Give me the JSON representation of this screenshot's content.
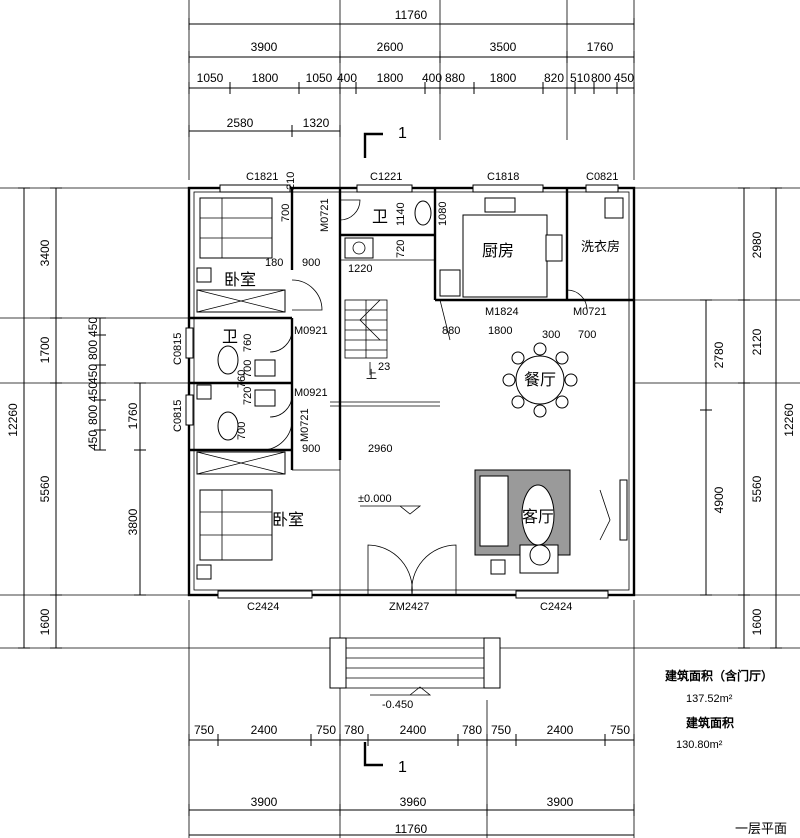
{
  "dimensions": {
    "top_total": "11760",
    "top_row1": [
      "3900",
      "2600",
      "3500",
      "1760"
    ],
    "top_row2": [
      "1050",
      "1800",
      "1050",
      "400",
      "1800",
      "400",
      "880",
      "1800",
      "820",
      "510",
      "800",
      "450"
    ],
    "top_row3": [
      "2580",
      "1320"
    ],
    "bottom_row1": [
      "750",
      "2400",
      "750",
      "780",
      "2400",
      "780",
      "750",
      "2400",
      "750"
    ],
    "bottom_row2": [
      "3900",
      "3960",
      "3900"
    ],
    "bottom_total": "11760",
    "left_outer": [
      "3400",
      "1700",
      "5560",
      "1600"
    ],
    "left_total": "12260",
    "left_inner": [
      "450",
      "800",
      "450",
      "450",
      "800",
      "450"
    ],
    "left_inner2": [
      "1760",
      "3800"
    ],
    "right_outer": [
      "2980",
      "2120",
      "5560",
      "1600"
    ],
    "right_total": "12260",
    "right_inner": [
      "2780",
      "4900"
    ]
  },
  "rooms": {
    "bedroom_top": "卧室",
    "bedroom_bottom": "卧室",
    "bath_top": "卫",
    "bath_mid": "卫",
    "kitchen": "厨房",
    "laundry": "洗衣房",
    "dining": "餐厅",
    "living": "客厅"
  },
  "openings": {
    "c1821": "C1821",
    "c1221": "C1221",
    "c1818": "C1818",
    "c0821": "C0821",
    "c0815a": "C0815",
    "c0815b": "C0815",
    "c2424a": "C2424",
    "zm2427": "ZM2427",
    "c2424b": "C2424",
    "m0721a": "M0721",
    "m0921a": "M0921",
    "m0921b": "M0921",
    "m0721b": "M0721",
    "m1824": "M1824",
    "m0721c": "M0721"
  },
  "interior_dims": {
    "d700": "700",
    "d210": "210",
    "d1140": "1140",
    "d1080": "1080",
    "d720": "720",
    "d180": "180",
    "d900a": "900",
    "d1220": "1220",
    "d880": "880",
    "d1800": "1800",
    "d300": "300",
    "d700b": "700",
    "d760a": "760",
    "d700c": "700",
    "d720b": "720",
    "d760b": "760",
    "d700d": "700",
    "d900b": "900",
    "d2960": "2960",
    "stair_count": "23",
    "stair_up": "上"
  },
  "levels": {
    "floor": "±0.000",
    "outside": "-0.450"
  },
  "section": {
    "top": "1",
    "bottom": "1"
  },
  "notes": {
    "area_with_porch_label": "建筑面积（含门厅）",
    "area_with_porch_value": "137.52m²",
    "area_label": "建筑面积",
    "area_value": "130.80m²",
    "title": "一层平面"
  }
}
